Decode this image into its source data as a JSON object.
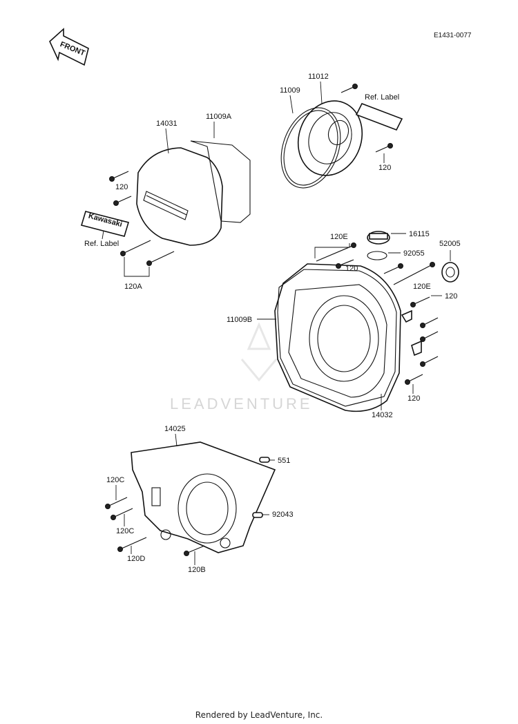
{
  "diagram": {
    "code": "E1431-0077",
    "front_label": "FRONT",
    "watermark": "LEADVENTURE",
    "parts": {
      "p11012": "11012",
      "p11009": "11009",
      "p14031": "14031",
      "p11009A": "11009A",
      "p120_a": "120",
      "p120_b": "120",
      "p120_c": "120",
      "p120_d": "120",
      "p120_e": "120",
      "p120A": "120A",
      "p120E_a": "120E",
      "p120E_b": "120E",
      "p16115": "16115",
      "p92055": "92055",
      "p52005": "52005",
      "p11009B": "11009B",
      "p14032": "14032",
      "p14025": "14025",
      "p551": "551",
      "p120C_a": "120C",
      "p120C_b": "120C",
      "p120D": "120D",
      "p120B": "120B",
      "p92043": "92043",
      "ref_label_a": "Ref. Label",
      "ref_label_b": "Ref. Label",
      "kawasaki": "Kawasaki"
    }
  },
  "footer": {
    "text": "Rendered by LeadVenture, Inc."
  }
}
